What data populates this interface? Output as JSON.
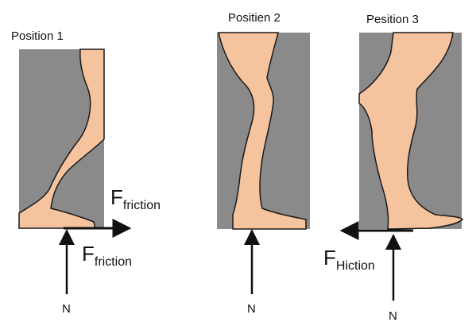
{
  "panels": [
    {
      "title": "Position 1",
      "labels": {
        "f_right": "F",
        "f_right_sub": "friction",
        "f_bottom": "F",
        "f_bottom_sub": "friction",
        "n": "N"
      }
    },
    {
      "title": "Positien 2",
      "labels": {
        "n": "N"
      }
    },
    {
      "title": "Pesition 3",
      "labels": {
        "f_left": "F",
        "f_left_sub": "Hiction",
        "n": "N"
      }
    }
  ],
  "colors": {
    "background_panel": "#8a8a8a",
    "skin": "#f5c39e",
    "outline": "#1a1a1a",
    "arrow": "#111111"
  }
}
